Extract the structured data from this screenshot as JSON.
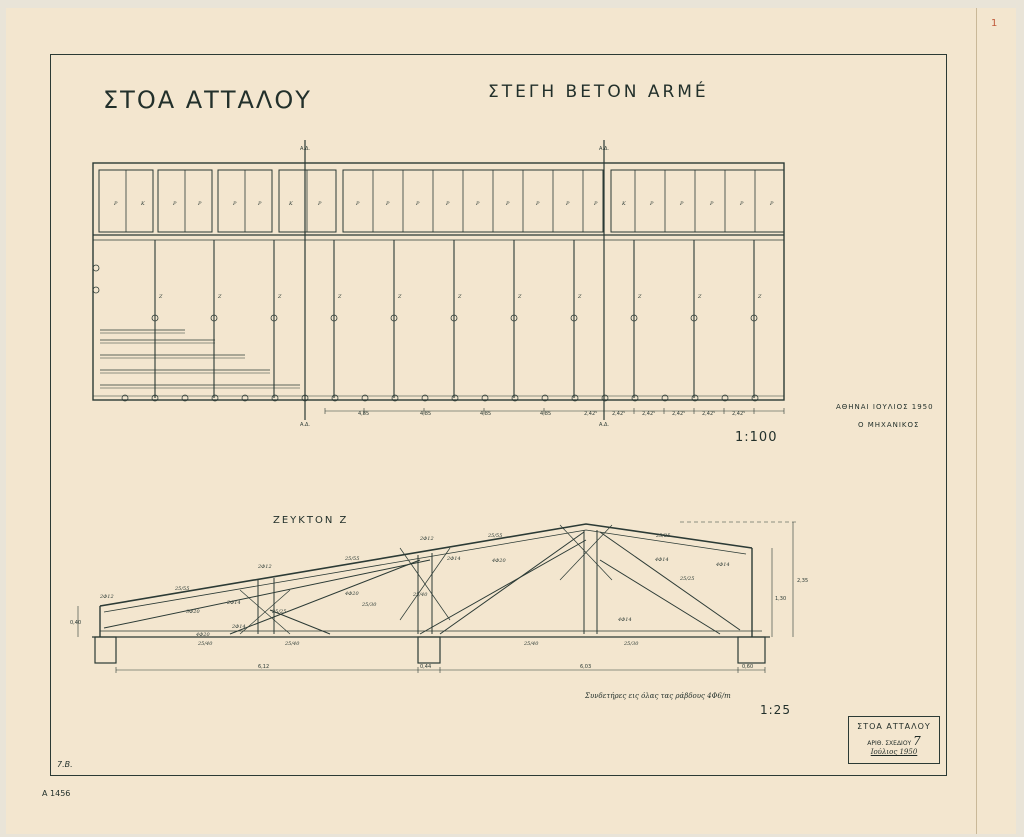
{
  "sheet": {
    "title": "ΣΤΟΑ ΑΤΤΑΛΟΥ",
    "subtitle": "ΣΤΕΓΗ ΒΕΤΟΝ ΑRΜÉ",
    "place_date": "ΑΘΗΝΑΙ ΙΟΥΛΙΟΣ 1950",
    "engineer": "Ο ΜΗΧΑΝΙΚΟΣ",
    "sheet_code": "7.Β.",
    "archive_id": "Α 1456",
    "corner_mark": "1"
  },
  "plan": {
    "scale": "1:100",
    "section_marks": [
      "Α.Δ.",
      "Α.Δ."
    ],
    "bay_dims": [
      "4,85",
      "4,85",
      "4,85",
      "4,85",
      "2,42⁵",
      "2,42⁵",
      "2,42⁵",
      "2,42⁵",
      "2,42⁵",
      "2,42⁵"
    ],
    "truss_tag": "Ζ",
    "beam_tags": [
      "Ρ",
      "Κ",
      "Σ"
    ]
  },
  "truss": {
    "label": "ΖΕΥΚΤΟΝ Ζ",
    "scale": "1:25",
    "hint": "Συνδετήρες εις όλας τας ράβδους 4Φ6/m",
    "spans": [
      "6,12",
      "0,44",
      "6,03",
      "0,60"
    ],
    "heights": [
      "2,35",
      "1,30",
      "0,40"
    ],
    "member_labels": [
      "25/55",
      "25/55",
      "25/55",
      "25/25",
      "25/25",
      "25/40",
      "25/40",
      "25/40",
      "25/40",
      "25/30",
      "25/30",
      "25/25"
    ],
    "rebar_labels": [
      "2Φ12",
      "2Φ12",
      "2Φ12",
      "2Φ14",
      "2Φ14",
      "2Φ14",
      "4Φ20",
      "4Φ20",
      "4Φ20",
      "4Φ14",
      "4Φ14",
      "4Φ14",
      "3Φ20"
    ]
  },
  "title_block": {
    "title": "ΣΤΟΑ ΑΤΤΑΛΟΥ",
    "label": "ΑΡΙΘ. ΣΧΕΔΙΟΥ",
    "number": "7",
    "date": "Ιούλιος 1950"
  }
}
